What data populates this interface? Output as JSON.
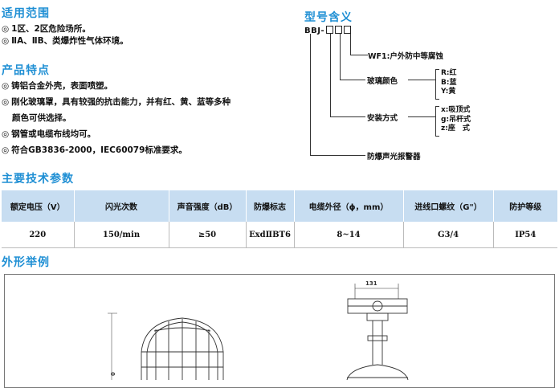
{
  "sections": {
    "scope": {
      "title": "适用范围",
      "items": [
        "1区、2区危险场所。",
        "ⅡA、ⅡB、类爆炸性气体环境。"
      ]
    },
    "features": {
      "title": "产品特点",
      "items": [
        "铸铝合金外壳，表面喷塑。",
        "刚化玻璃罩，具有较强的抗击能力，并有红、黄、蓝等多种",
        "颜色可供选择。",
        "钢管或电缆布线均可。",
        "符合GB3836-2000，IEC60079标准要求。"
      ]
    },
    "type_code": {
      "title": "型号含义",
      "code": "BBJ-",
      "labels": {
        "wf1": "WF1:户外防中等腐蚀",
        "glass": "玻璃颜色",
        "install": "安装方式",
        "product": "防爆声光报警器"
      },
      "glass_options": [
        "R:红",
        "B:蓝",
        "Y:黄"
      ],
      "install_options": [
        "x:吸顶式",
        "g:吊杆式",
        "z:座　式"
      ]
    },
    "specs": {
      "title": "主要技术参数",
      "headers": [
        "额定电压（V）",
        "闪光次数",
        "声音强度（dB）",
        "防爆标志",
        "电缆外径（ϕ，mm）",
        "进线口螺纹（G\"）",
        "防护等级"
      ],
      "row": [
        "220",
        "150/min",
        "≥50",
        "ExdⅡBT6",
        "8~14",
        "G3/4",
        "IP54"
      ]
    },
    "outline": {
      "title": "外形举例",
      "dimension_top": "131",
      "dimension_side": "0"
    }
  },
  "colors": {
    "heading": "#1f8fd4",
    "table_header_bg": "#c7ddf1"
  }
}
